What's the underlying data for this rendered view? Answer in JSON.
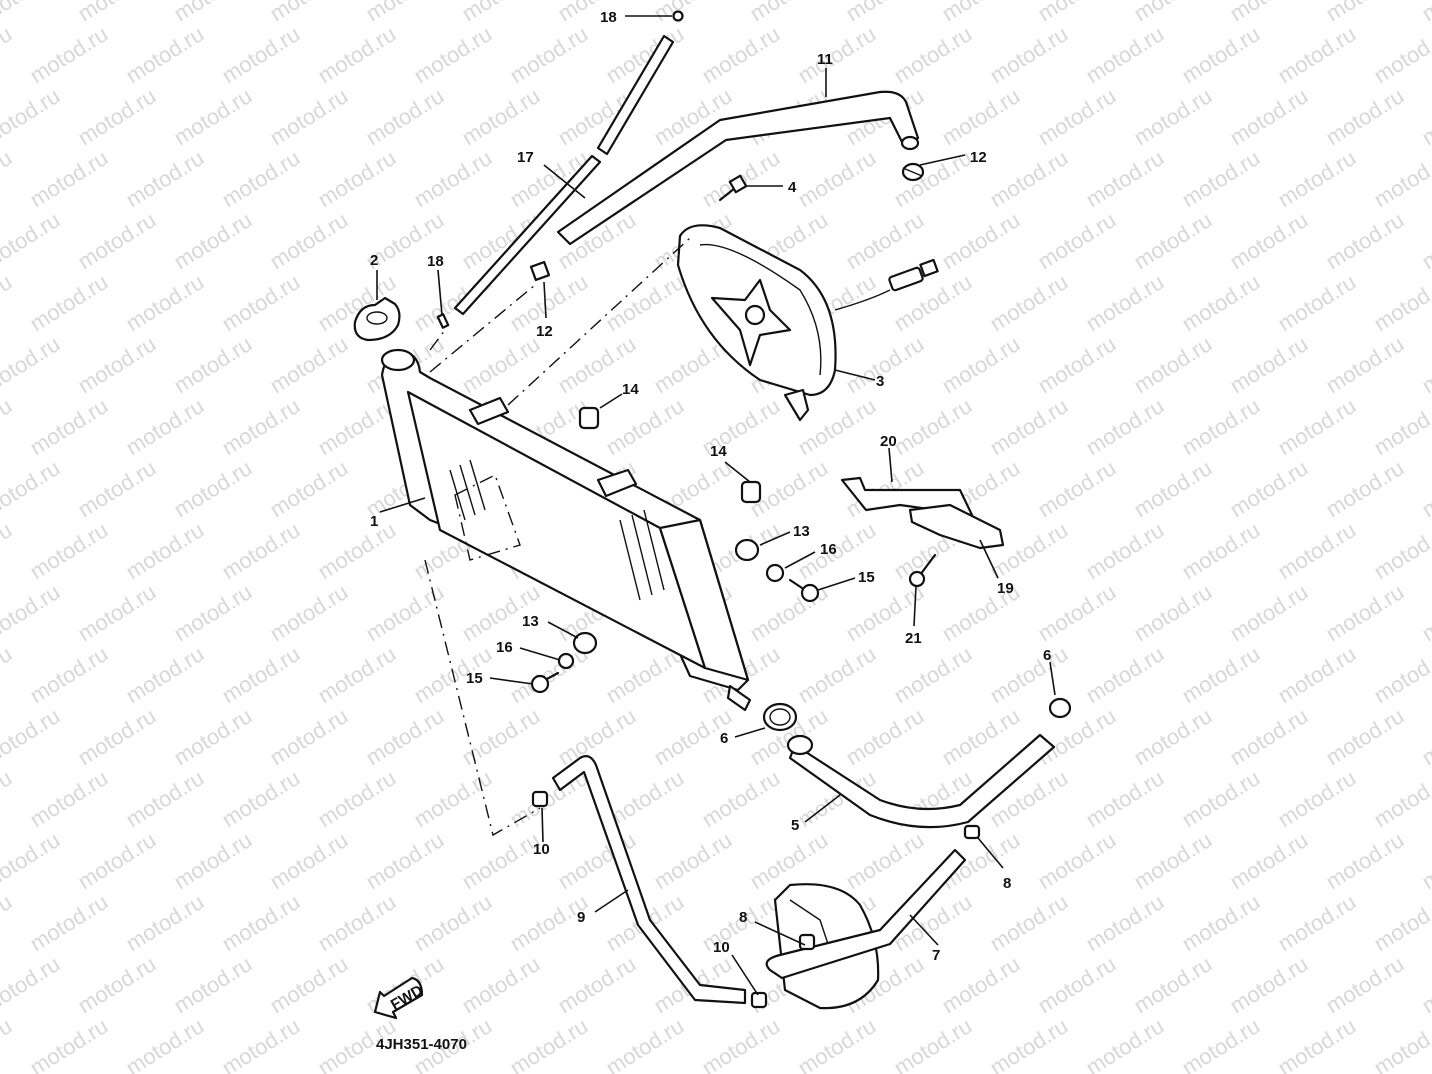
{
  "diagram": {
    "title_code": "4JH351-4070",
    "watermark": "motod.ru",
    "forward_arrow_label": "FWD",
    "parts": [
      {
        "id": "1",
        "name": "radiator"
      },
      {
        "id": "2",
        "name": "radiator-cap"
      },
      {
        "id": "3",
        "name": "cooling-fan"
      },
      {
        "id": "4",
        "name": "bolt"
      },
      {
        "id": "5",
        "name": "radiator-hose-outlet"
      },
      {
        "id": "6",
        "name": "hose-clamp"
      },
      {
        "id": "7",
        "name": "water-pipe"
      },
      {
        "id": "8",
        "name": "hose-clamp"
      },
      {
        "id": "9",
        "name": "radiator-hose-inlet"
      },
      {
        "id": "10",
        "name": "hose-clamp"
      },
      {
        "id": "11",
        "name": "radiator-hose"
      },
      {
        "id": "12",
        "name": "hose-clamp"
      },
      {
        "id": "13",
        "name": "grommet"
      },
      {
        "id": "14",
        "name": "collar"
      },
      {
        "id": "15",
        "name": "bolt"
      },
      {
        "id": "16",
        "name": "washer"
      },
      {
        "id": "17",
        "name": "breather-hose"
      },
      {
        "id": "18",
        "name": "hose-clip"
      },
      {
        "id": "19",
        "name": "bracket"
      },
      {
        "id": "20",
        "name": "stay"
      },
      {
        "id": "21",
        "name": "bolt"
      }
    ],
    "callouts": [
      {
        "label": "1"
      },
      {
        "label": "2"
      },
      {
        "label": "3"
      },
      {
        "label": "4"
      },
      {
        "label": "5"
      },
      {
        "label": "6"
      },
      {
        "label": "6"
      },
      {
        "label": "7"
      },
      {
        "label": "8"
      },
      {
        "label": "8"
      },
      {
        "label": "9"
      },
      {
        "label": "10"
      },
      {
        "label": "10"
      },
      {
        "label": "11"
      },
      {
        "label": "12"
      },
      {
        "label": "12"
      },
      {
        "label": "13"
      },
      {
        "label": "13"
      },
      {
        "label": "14"
      },
      {
        "label": "14"
      },
      {
        "label": "15"
      },
      {
        "label": "15"
      },
      {
        "label": "16"
      },
      {
        "label": "16"
      },
      {
        "label": "17"
      },
      {
        "label": "18"
      },
      {
        "label": "18"
      },
      {
        "label": "19"
      },
      {
        "label": "20"
      },
      {
        "label": "21"
      }
    ]
  }
}
